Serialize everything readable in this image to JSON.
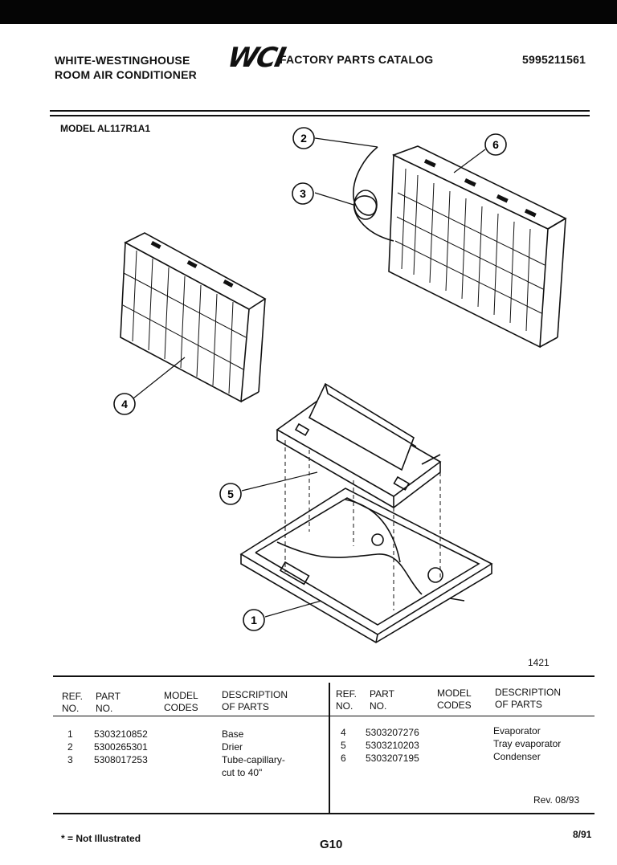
{
  "header": {
    "brand_line1": "WHITE-WESTINGHOUSE",
    "brand_line2": "ROOM AIR CONDITIONER",
    "logo_text": "WCI",
    "catalog_title": "FACTORY PARTS CATALOG",
    "catalog_number": "5995211561"
  },
  "model_label": "MODEL AL117R1A1",
  "diagram": {
    "callouts": [
      "1",
      "2",
      "3",
      "4",
      "5",
      "6"
    ],
    "figure_number": "1421"
  },
  "table": {
    "left_headers": {
      "ref": [
        "REF.",
        "NO."
      ],
      "part": [
        "PART",
        "NO."
      ],
      "model": [
        "MODEL",
        "CODES"
      ],
      "desc": [
        "DESCRIPTION",
        "OF PARTS"
      ]
    },
    "right_headers": {
      "ref": [
        "REF.",
        "NO."
      ],
      "part": [
        "PART",
        "NO."
      ],
      "model": [
        "MODEL",
        "CODES"
      ],
      "desc": [
        "DESCRIPTION",
        "OF PARTS"
      ]
    },
    "left_rows": [
      {
        "ref": "1",
        "part": "5303210852",
        "desc": "Base"
      },
      {
        "ref": "2",
        "part": "5300265301",
        "desc": "Drier"
      },
      {
        "ref": "3",
        "part": "5308017253",
        "desc": "Tube-capillary-"
      },
      {
        "ref": "",
        "part": "",
        "desc": "cut to 40\""
      }
    ],
    "right_rows": [
      {
        "ref": "4",
        "part": "5303207276",
        "desc": "Evaporator"
      },
      {
        "ref": "5",
        "part": "5303210203",
        "desc": "Tray evaporator"
      },
      {
        "ref": "6",
        "part": "5303207195",
        "desc": "Condenser"
      }
    ],
    "revision": "Rev. 08/93"
  },
  "footer": {
    "note": "* = Not Illustrated",
    "page": "G10",
    "date": "8/91"
  }
}
